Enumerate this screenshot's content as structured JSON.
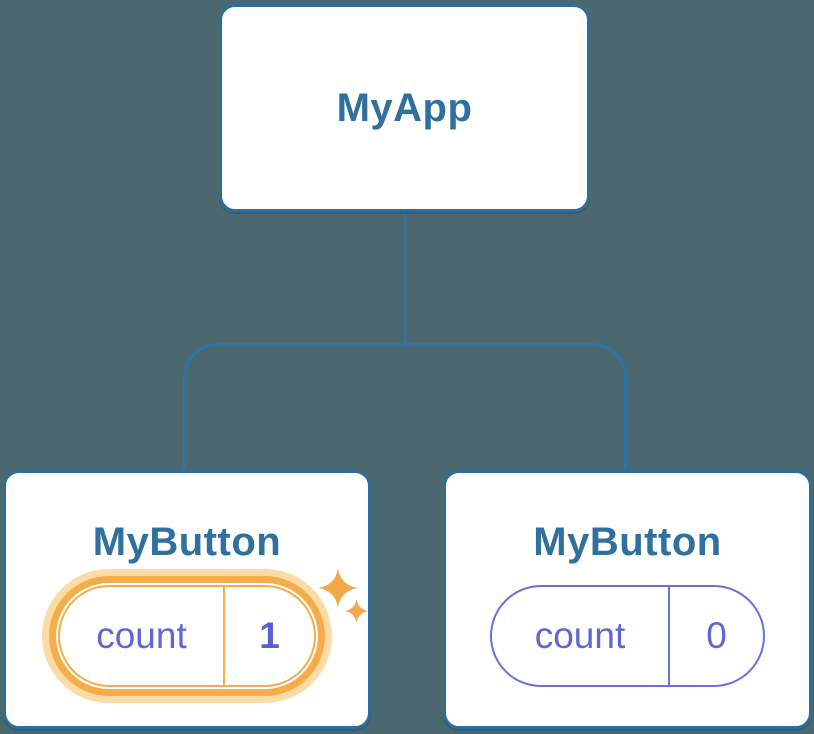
{
  "diagram": {
    "root": {
      "label": "MyApp"
    },
    "children": [
      {
        "label": "MyButton",
        "state": {
          "name": "count",
          "value": "1"
        },
        "highlighted": true
      },
      {
        "label": "MyButton",
        "state": {
          "name": "count",
          "value": "0"
        },
        "highlighted": false
      }
    ]
  },
  "colors": {
    "background": "#4B6770",
    "node_background": "#FFFFFF",
    "node_border_blue": "#2F6D9D",
    "node_text_blue": "#30709F",
    "connector_blue": "#2E74A8",
    "state_purple": "#6166D6",
    "state_border_purple": "#6B6FDB",
    "highlight_orange": "#F6AC48",
    "highlight_halo_orange": "#FBDCA9",
    "sparkle_orange": "#F4A84A"
  }
}
